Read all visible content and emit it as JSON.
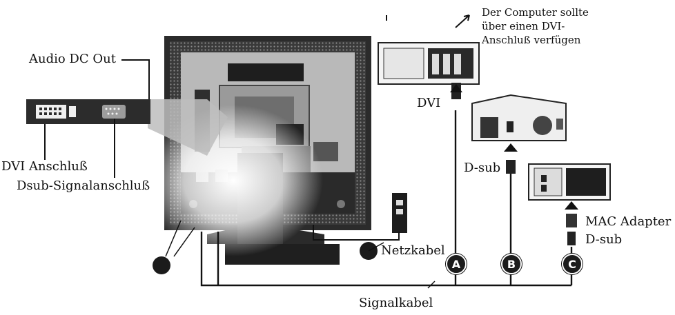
{
  "labels": {
    "audio_dc_out": "Audio DC Out",
    "dvi_anschluss": "DVI Anschluß",
    "dsub_signalanschluss": "Dsub-Signalanschluß",
    "computer_note": "Der Computer sollte über einen DVI-Anschluß verfügen",
    "dvi": "DVI",
    "dsub_b": "D-sub",
    "mac_adapter": "MAC Adapter",
    "dsub_c": "D-sub",
    "netzkabel": "Netzkabel",
    "signalkabel": "Signalkabel"
  },
  "badges": {
    "a": "A",
    "b": "B",
    "c": "C"
  },
  "colors": {
    "ink": "#111111",
    "monitor_light": "#c9c9c9",
    "monitor_dark": "#2a2a2a"
  }
}
